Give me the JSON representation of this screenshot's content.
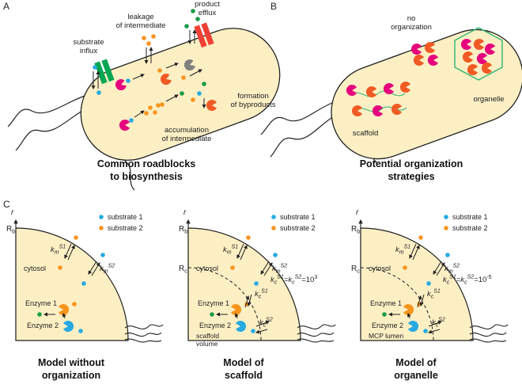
{
  "panels": {
    "a": "A",
    "b": "B",
    "c": "C"
  },
  "panel_a": {
    "labels": {
      "substrate_influx": [
        "substrate",
        "influx"
      ],
      "leakage": [
        "leakage",
        "of intermediate"
      ],
      "product_efflux": [
        "product",
        "efflux"
      ],
      "formation": [
        "formation",
        "of byproducts"
      ],
      "accumulation": [
        "accumulation",
        "of intermediate"
      ]
    },
    "title": [
      "Common roadblocks",
      "to biosynthesis"
    ]
  },
  "panel_b": {
    "labels": {
      "no_org": [
        "no",
        "organization"
      ],
      "organelle": "organelle",
      "scaffold": "scaffold"
    },
    "title": [
      "Potential organization",
      "strategies"
    ]
  },
  "panel_c": {
    "axis_r": "r",
    "rb": "R",
    "rb_sub": "b",
    "rc": "R",
    "rc_sub": "c",
    "cytosol": "cytosol",
    "legend": {
      "s1": "substrate 1",
      "s2": "substrate 2"
    },
    "km": "k",
    "km_sub": "m",
    "sup_s1": "S1",
    "sup_s2": "S2",
    "kc": "k",
    "kc_sub": "c",
    "enzyme1": "Enzyme 1",
    "enzyme2": "Enzyme 2",
    "scaffold_volume": [
      "scaffold",
      "volume"
    ],
    "mcp_lumen": "MCP lumen",
    "eq_scaffold": "=10",
    "eq_scaffold_exp": "3",
    "eq_organelle": "=10",
    "eq_organelle_exp": "-5",
    "titles": [
      [
        "Model without",
        "organization"
      ],
      [
        "Model of",
        "scaffold"
      ],
      [
        "Model of",
        "organelle"
      ]
    ]
  },
  "colors": {
    "cell_fill": "#fcefc4",
    "substrate1": "#27aae1",
    "substrate2": "#f7941d",
    "magenta": "#e6007e",
    "orange_red": "#f15a24",
    "green_dot": "#1a9b47",
    "transporter_green": "#00a651",
    "transporter_red": "#ee4036",
    "grey": "#808080",
    "hexagon": "#2bb673"
  }
}
